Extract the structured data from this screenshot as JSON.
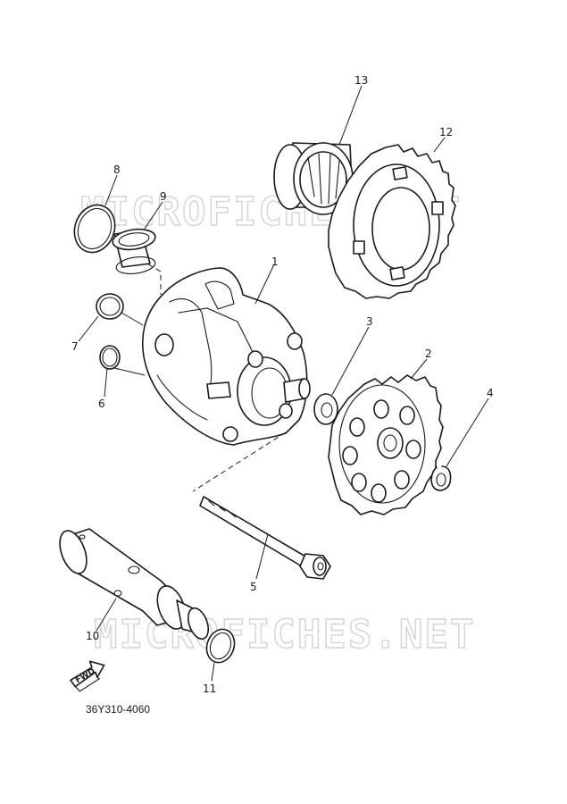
{
  "watermark": "MICROFICHES.NET",
  "diagram_code": "36Y310-4060",
  "direction_arrow": "FWD",
  "callouts": [
    "1",
    "2",
    "3",
    "4",
    "5",
    "6",
    "7",
    "8",
    "9",
    "10",
    "11",
    "12",
    "13"
  ]
}
